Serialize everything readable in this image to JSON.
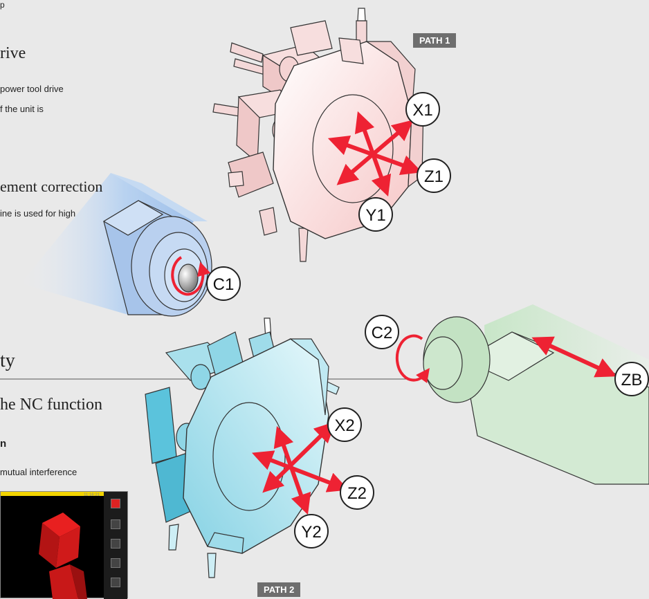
{
  "left_text": {
    "frag_top": "p",
    "heading_drive": "rive",
    "drive_line1": "power tool drive",
    "drive_line2": "f the unit is",
    "heading_displacement": "ement correction",
    "displacement_line1": "ine is used for high",
    "heading_safety": "ty",
    "heading_nc": "he NC function",
    "nc_sub": "n",
    "nc_line1": "mutual interference"
  },
  "badges": {
    "path1": "PATH 1",
    "path2": "PATH 2"
  },
  "axis_labels": {
    "x1": "X1",
    "z1": "Z1",
    "y1": "Y1",
    "c1": "C1",
    "c2": "C2",
    "zb": "ZB",
    "x2": "X2",
    "z2": "Z2",
    "y2": "Y2"
  },
  "screen": {
    "time": "11:16:21",
    "icons": [
      "alarm-icon",
      "tool-icon",
      "list-icon",
      "view-icon",
      "edit-icon"
    ]
  },
  "colors": {
    "arrow_red": "#ee2233",
    "turret1_fill": "#fbe0e0",
    "turret2_fill": "#bfeaf2",
    "spindle1_fill": "#a9c9ee",
    "spindle2_fill": "#cfe8cf",
    "badge_bg": "#6e6e6e",
    "background": "#e9e9e9"
  }
}
